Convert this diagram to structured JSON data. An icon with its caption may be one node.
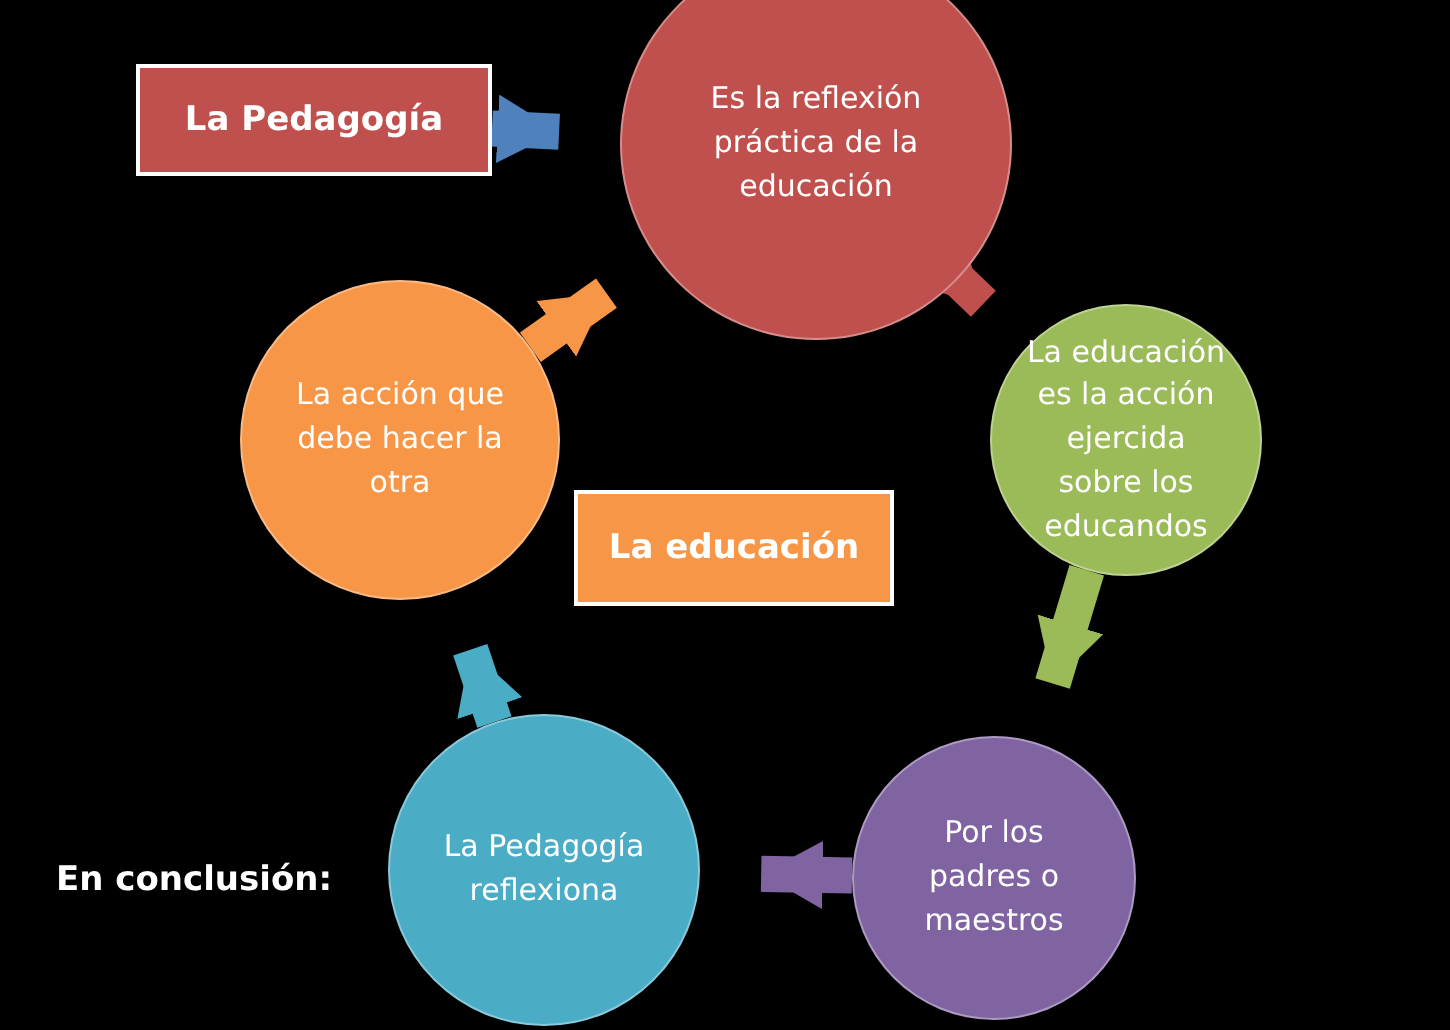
{
  "diagram": {
    "nodes": [
      {
        "text": [
          "La Pedagogía"
        ]
      },
      {
        "text": [
          "Es la reflexión práctica de la educación"
        ]
      },
      {
        "text": [
          "La educación es la acción ejercida sobre los educandos"
        ]
      },
      {
        "text": [
          "Por los padres o maestros"
        ]
      },
      {
        "text": [
          "La Pedagogía reflexiona"
        ]
      },
      {
        "text": [
          "La acción que debe hacer la otra"
        ]
      },
      {
        "text": [
          "La educación"
        ]
      }
    ],
    "edges": [
      {
        "from": 0,
        "to": 1,
        "arrow": "to",
        "color": "#4f81bd"
      },
      {
        "from": 1,
        "to": 2,
        "arrow": "to",
        "color": "#c0504d"
      },
      {
        "from": 2,
        "to": 3,
        "arrow": "to",
        "color": "#9bbb59"
      },
      {
        "from": 3,
        "to": 4,
        "arrow": "to",
        "color": "#8064a2"
      },
      {
        "from": 4,
        "to": 5,
        "arrow": "to",
        "color": "#4bacc6"
      },
      {
        "from": 5,
        "to": 1,
        "arrow": "to",
        "color": "#f79646"
      }
    ],
    "labels": [
      "En conclusión:"
    ]
  }
}
